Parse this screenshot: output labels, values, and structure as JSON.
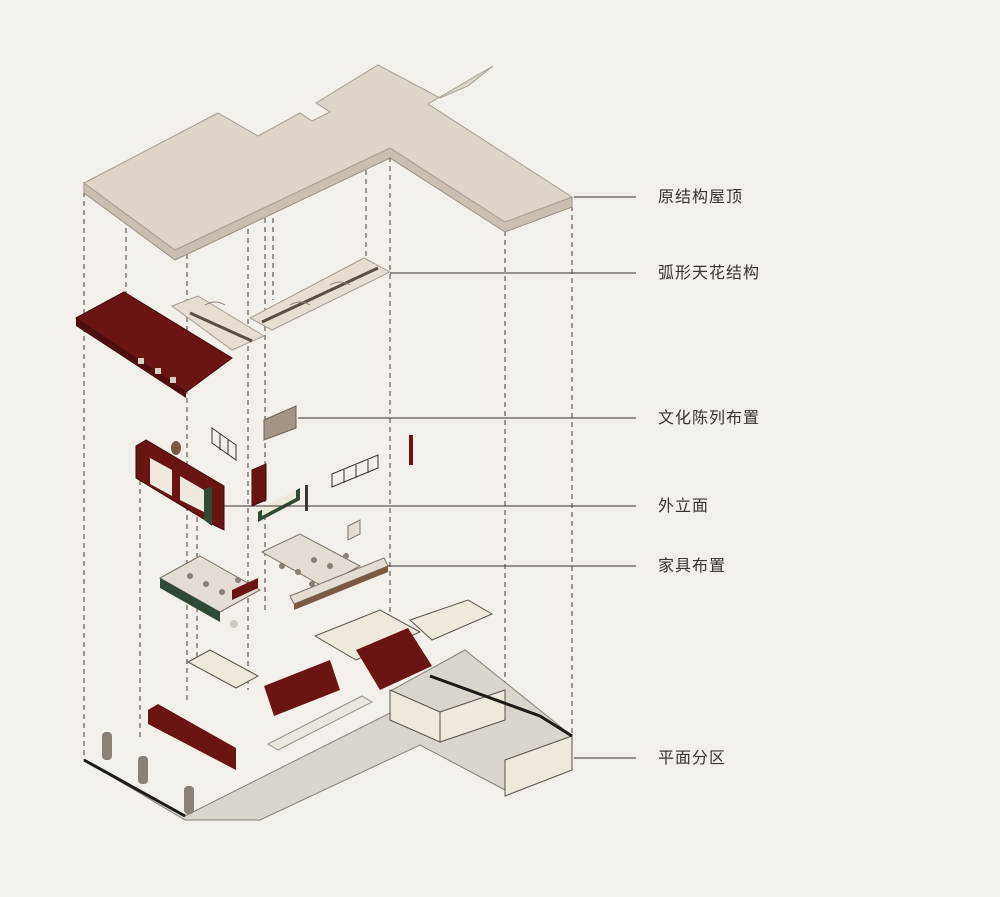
{
  "layers": [
    {
      "id": "roof",
      "label": "原结构屋顶"
    },
    {
      "id": "ceiling",
      "label": "弧形天花结构"
    },
    {
      "id": "display",
      "label": "文化陈列布置"
    },
    {
      "id": "facade",
      "label": "外立面"
    },
    {
      "id": "furniture",
      "label": "家具布置"
    },
    {
      "id": "plan",
      "label": "平面分区"
    }
  ],
  "colors": {
    "background": "#f3efea",
    "roof_top": "#ddd5ca",
    "roof_side": "#c9bfb3",
    "accent_red": "#6b1414",
    "wall_cream": "#efe9dd",
    "floor": "#d9d4cc",
    "leader_line": "#3a3330",
    "furniture_green": "#2f4a34"
  }
}
